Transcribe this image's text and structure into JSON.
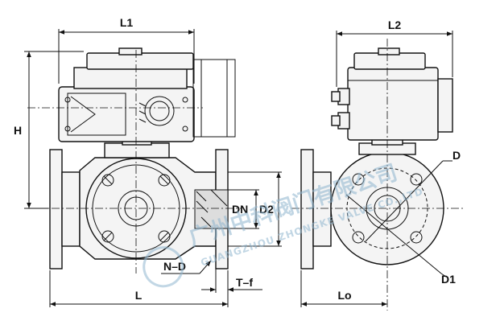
{
  "labels": {
    "L1": "L1",
    "L2": "L2",
    "H": "H",
    "D": "D",
    "DN": "DN",
    "D2": "D2",
    "D1": "D1",
    "N_D": "N–D",
    "T_f": "T–f",
    "L": "L",
    "Lo": "Lo"
  },
  "watermark": {
    "cn": "广州中科阀门有限公司",
    "en": "GUANGZHOU ZHONGKE VALVE CO.,LTD"
  },
  "colors": {
    "line": "#111111",
    "watermark": "#8fb6cf",
    "fill": "#f4f4f4"
  }
}
